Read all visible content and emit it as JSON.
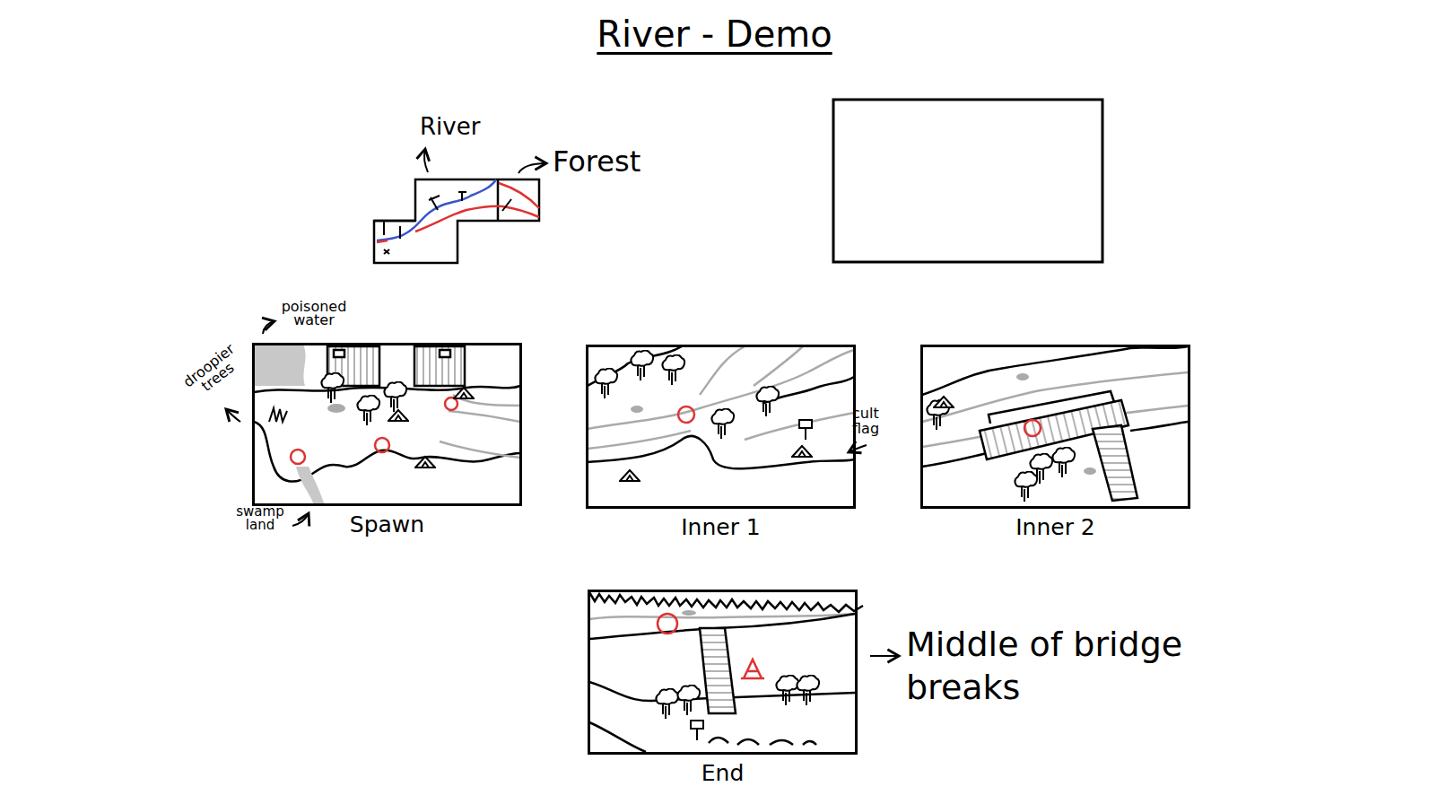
{
  "diagram": {
    "title": "River - Demo",
    "nodes": [
      {
        "text": [
          "Spawn"
        ]
      },
      {
        "text": [
          "Inner 1"
        ]
      },
      {
        "text": [
          "Inner 2"
        ]
      },
      {
        "text": [
          "End"
        ]
      }
    ],
    "labels": [
      "River",
      "Forest",
      "poisoned water",
      "droopier trees",
      "swamp land",
      "cult flag",
      "Middle of bridge breaks"
    ]
  }
}
